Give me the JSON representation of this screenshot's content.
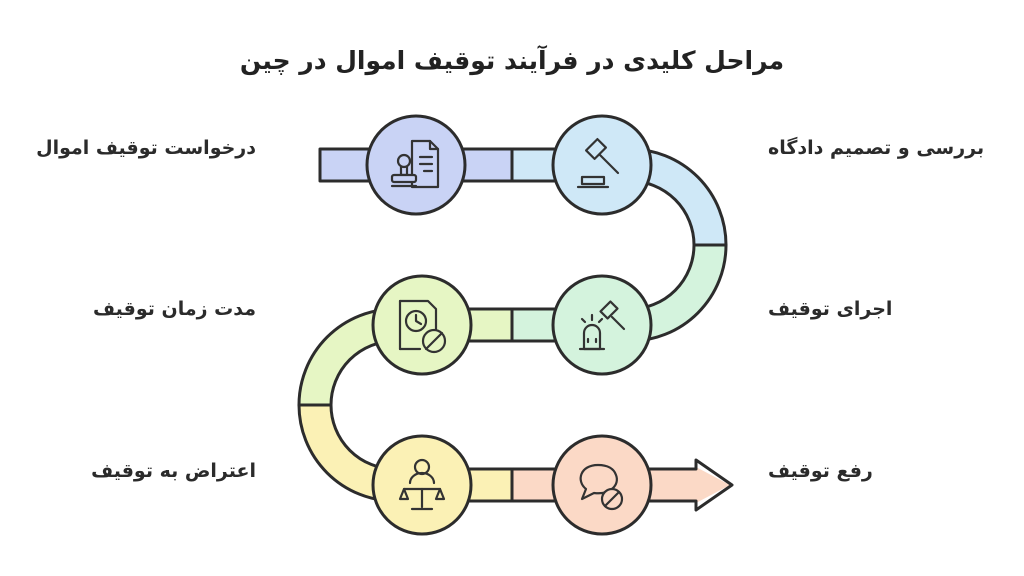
{
  "title": "مراحل کلیدی در فرآیند توقیف اموال در چین",
  "steps": [
    {
      "label": "درخواست توقیف اموال",
      "icon": "document-stamp-icon",
      "color": "#c9d3f5"
    },
    {
      "label": "بررسی و تصمیم دادگاه",
      "icon": "gavel-icon",
      "color": "#cfe8f7"
    },
    {
      "label": "اجرای توقیف",
      "icon": "gavel-alarm-icon",
      "color": "#d4f3dd"
    },
    {
      "label": "مدت زمان توقیف",
      "icon": "clock-document-prohibited-icon",
      "color": "#e6f6c4"
    },
    {
      "label": "اعتراض به توقیف",
      "icon": "person-scales-icon",
      "color": "#fbf1b5"
    },
    {
      "label": "رفع توقیف",
      "icon": "speech-bubble-prohibited-icon",
      "color": "#fbd9c6"
    }
  ]
}
